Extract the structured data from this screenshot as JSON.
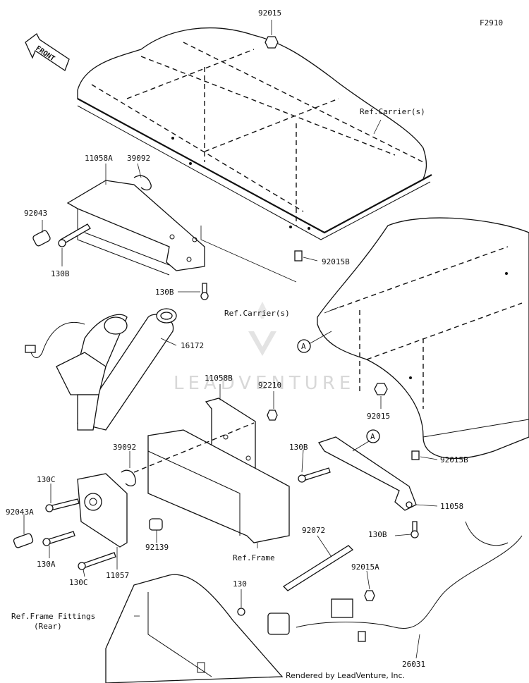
{
  "figure_code": "F2910",
  "front_label": "FRONT",
  "watermark": "LEADVENTURE",
  "footer": "Rendered by LeadVenture, Inc.",
  "callout_letter": "A",
  "references": {
    "carrier_top": "Ref.Carrier(s)",
    "carrier_mid": "Ref.Carrier(s)",
    "frame": "Ref.Frame",
    "frame_fittings_1": "Ref.Frame Fittings",
    "frame_fittings_2": "(Rear)"
  },
  "parts": {
    "p92015_top": "92015",
    "p11058A": "11058A",
    "p39092_top": "39092",
    "p92043": "92043",
    "p130B_a": "130B",
    "p130B_b": "130B",
    "p92015B_a": "92015B",
    "p16172": "16172",
    "p11058B": "11058B",
    "p92210": "92210",
    "p92015_mid": "92015",
    "p39092_mid": "39092",
    "p130B_c": "130B",
    "p92015B_b": "92015B",
    "p130C_a": "130C",
    "p92043A": "92043A",
    "p11058": "11058",
    "p130B_d": "130B",
    "p92139": "92139",
    "p130A": "130A",
    "p130C_b": "130C",
    "p11057": "11057",
    "p92072": "92072",
    "p92015A": "92015A",
    "p130": "130",
    "p26031": "26031"
  }
}
